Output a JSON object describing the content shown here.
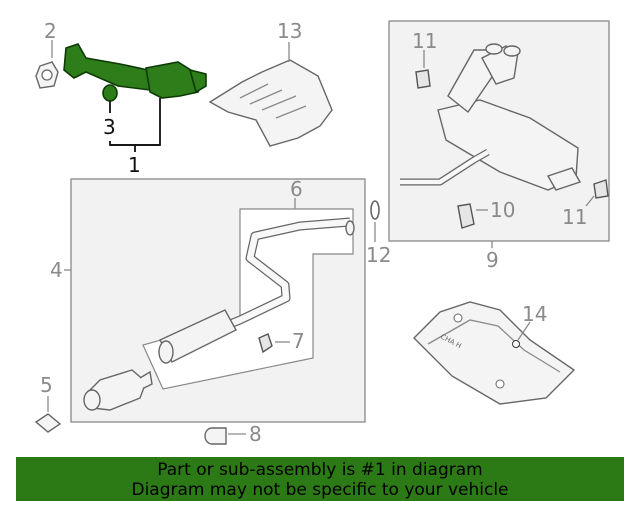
{
  "callouts": {
    "c1": "1",
    "c2": "2",
    "c3": "3",
    "c4": "4",
    "c5": "5",
    "c6": "6",
    "c7": "7",
    "c8": "8",
    "c9": "9",
    "c10": "10",
    "c11a": "11",
    "c11b": "11",
    "c12": "12",
    "c13": "13",
    "c14": "14"
  },
  "heat_shield_stamp": "CHA H",
  "banner": {
    "line1": "Part or sub-assembly is #1 in diagram",
    "line2": "Diagram may not be specific to your vehicle"
  },
  "colors": {
    "highlight": "#2d7d1a",
    "banner": "#2c7a16"
  }
}
